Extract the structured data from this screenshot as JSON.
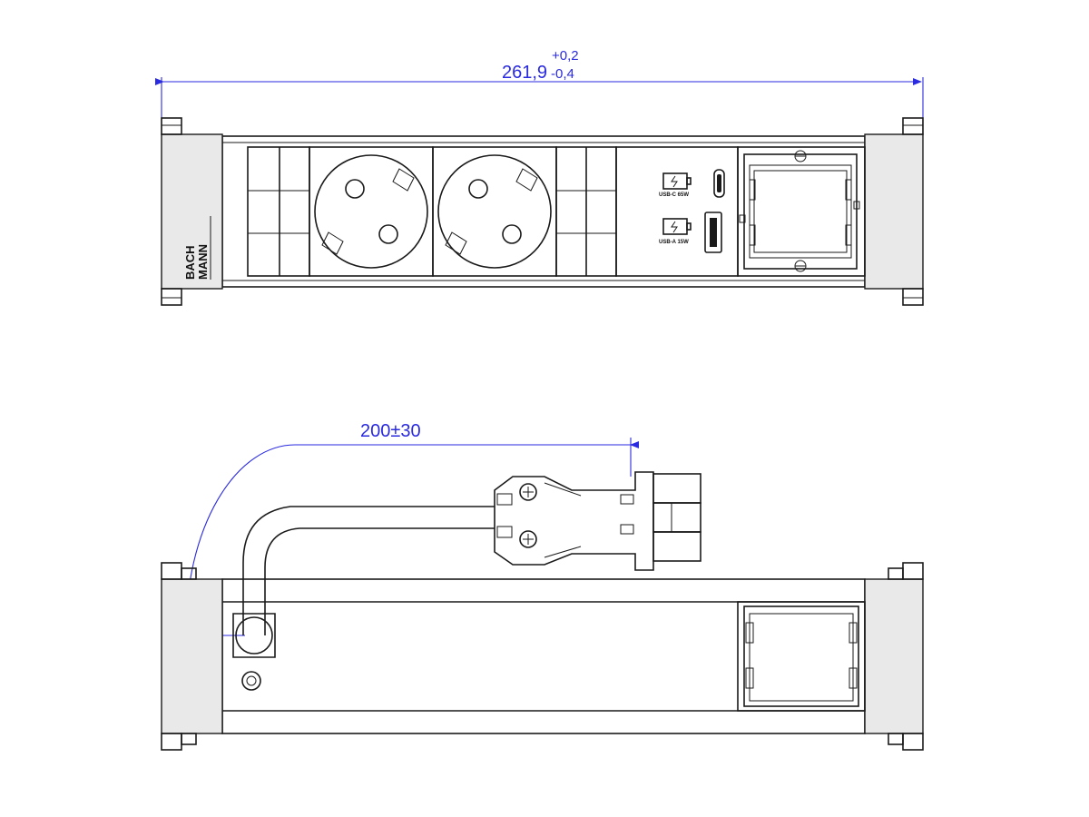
{
  "dimensions": {
    "overall_length": "261,9",
    "tolerance_plus": "+0,2",
    "tolerance_minus": "-0,4",
    "cable_length": "200±30"
  },
  "brand": {
    "line1": "BACH",
    "line2": "MANN"
  },
  "usb_ports": {
    "usb_c_label": "USB-C 65W",
    "usb_a_label": "USB-A 15W"
  }
}
